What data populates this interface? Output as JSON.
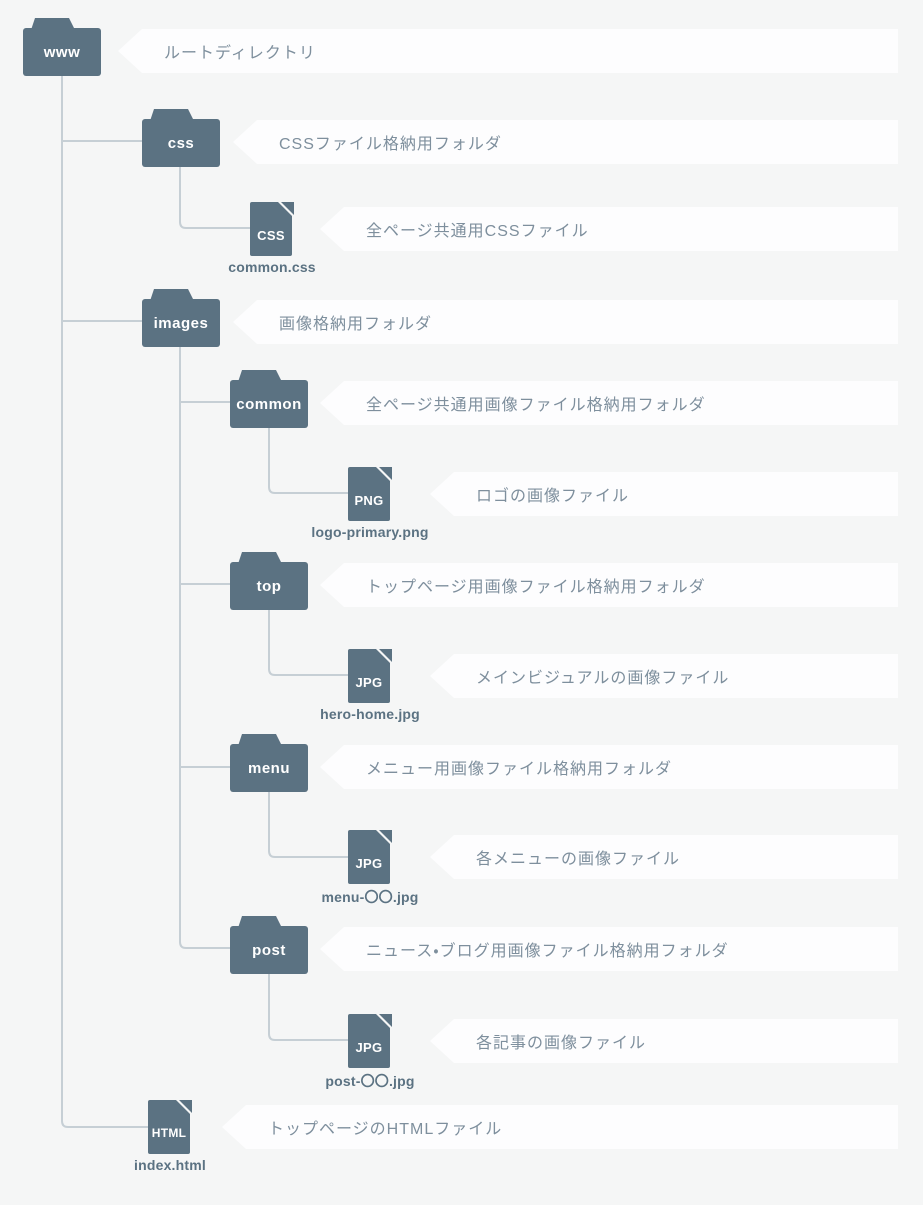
{
  "palette": {
    "background": "#f5f6f6",
    "node": "#5b7282",
    "line": "#c6cfd5",
    "label_bg": "#fdfdfe",
    "label_text": "#7e8f9d",
    "icon_text": "#ffffff"
  },
  "nodes": [
    {
      "type": "folder",
      "name": "www",
      "label": "ルートディレクトリ"
    },
    {
      "type": "folder",
      "name": "css",
      "label": "CSSファイル格納用フォルダ"
    },
    {
      "type": "file",
      "badge": "CSS",
      "filename": "common.css",
      "label": "全ページ共通用CSSファイル"
    },
    {
      "type": "folder",
      "name": "images",
      "label": "画像格納用フォルダ"
    },
    {
      "type": "folder",
      "name": "common",
      "label": "全ページ共通用画像ファイル格納用フォルダ"
    },
    {
      "type": "file",
      "badge": "PNG",
      "filename": "logo-primary.png",
      "label": "ロゴの画像ファイル"
    },
    {
      "type": "folder",
      "name": "top",
      "label": "トップページ用画像ファイル格納用フォルダ"
    },
    {
      "type": "file",
      "badge": "JPG",
      "filename": "hero-home.jpg",
      "label": "メインビジュアルの画像ファイル"
    },
    {
      "type": "folder",
      "name": "menu",
      "label": "メニュー用画像ファイル格納用フォルダ"
    },
    {
      "type": "file",
      "badge": "JPG",
      "filename": "menu-〇〇.jpg",
      "label": "各メニューの画像ファイル"
    },
    {
      "type": "folder",
      "name": "post",
      "label": "ニュース・ブログ用画像ファイル格納用フォルダ"
    },
    {
      "type": "file",
      "badge": "JPG",
      "filename": "post-〇〇.jpg",
      "label": "各記事の画像ファイル"
    },
    {
      "type": "file",
      "badge": "HTML",
      "filename": "index.html",
      "label": "トップページのHTMLファイル"
    }
  ]
}
